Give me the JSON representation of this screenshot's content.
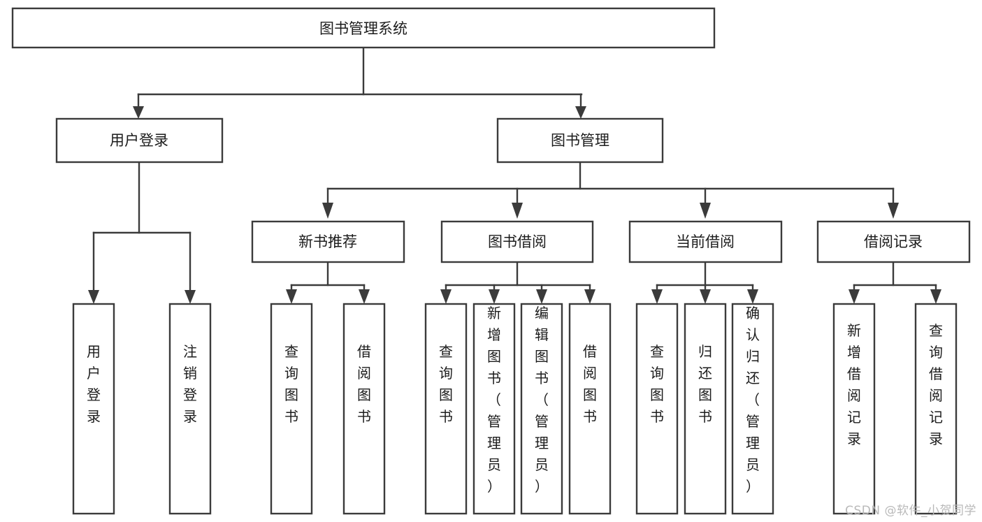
{
  "diagram": {
    "title": "图书管理系统",
    "type": "hierarchy-tree",
    "watermark": "CSDN @软件_小贺同学",
    "levels": {
      "root": {
        "label": "图书管理系统"
      },
      "level2": [
        {
          "id": "user-login",
          "label": "用户登录"
        },
        {
          "id": "book-management",
          "label": "图书管理"
        }
      ],
      "level3": [
        {
          "id": "new-book-recommend",
          "label": "新书推荐",
          "parent": "book-management"
        },
        {
          "id": "book-borrow",
          "label": "图书借阅",
          "parent": "book-management"
        },
        {
          "id": "current-borrow",
          "label": "当前借阅",
          "parent": "book-management"
        },
        {
          "id": "borrow-record",
          "label": "借阅记录",
          "parent": "book-management"
        }
      ],
      "leaves": {
        "user-login": [
          {
            "id": "leaf-user-login",
            "label": "用户登录"
          },
          {
            "id": "leaf-logout-login",
            "label": "注销登录"
          }
        ],
        "new-book-recommend": [
          {
            "id": "leaf-query-book-1",
            "label": "查询图书"
          },
          {
            "id": "leaf-borrow-book-1",
            "label": "借阅图书"
          }
        ],
        "book-borrow": [
          {
            "id": "leaf-query-book-2",
            "label": "查询图书"
          },
          {
            "id": "leaf-add-book",
            "label": "新增图书（管理员）"
          },
          {
            "id": "leaf-edit-book",
            "label": "编辑图书（管理员）"
          },
          {
            "id": "leaf-borrow-book-2",
            "label": "借阅图书"
          }
        ],
        "current-borrow": [
          {
            "id": "leaf-query-book-3",
            "label": "查询图书"
          },
          {
            "id": "leaf-return-book",
            "label": "归还图书"
          },
          {
            "id": "leaf-confirm-return",
            "label": "确认归还（管理员）"
          }
        ],
        "borrow-record": [
          {
            "id": "leaf-add-record",
            "label": "新增借阅记录"
          },
          {
            "id": "leaf-query-record",
            "label": "查询借阅记录"
          }
        ]
      }
    },
    "colors": {
      "stroke": "#3b3b3b",
      "fill": "#ffffff",
      "text": "#1c1c1c",
      "watermark": "#b9b9b9"
    }
  }
}
